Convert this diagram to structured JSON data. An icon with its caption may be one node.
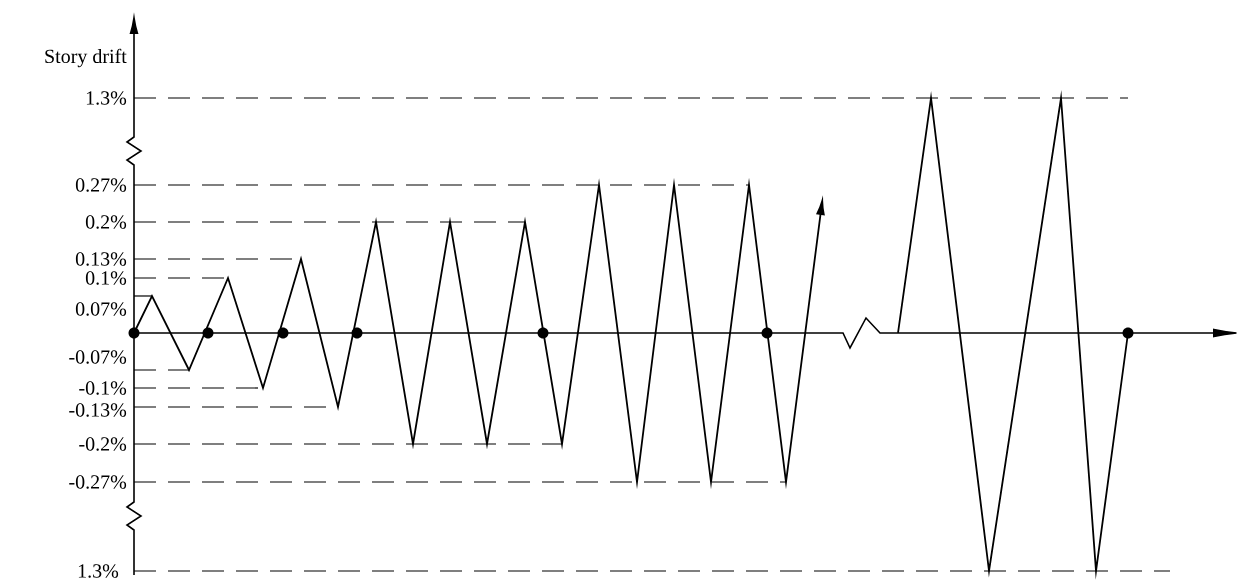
{
  "diagram": {
    "labels": [
      "Story drift",
      "1.3%",
      "0.27%",
      "0.2%",
      "0.13%",
      "0.1%",
      "0.07%",
      "-0.07%",
      "-0.1%",
      "-0.13%",
      "-0.2%",
      "-0.27%",
      "1.3%"
    ]
  }
}
